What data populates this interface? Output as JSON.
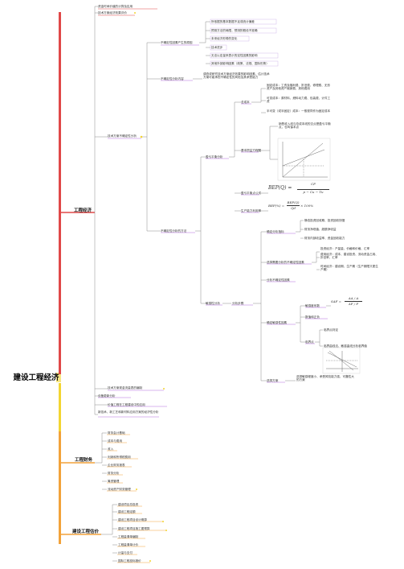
{
  "root": "建设工程经济",
  "branches": {
    "b1": {
      "label": "工程经济",
      "c1": "资金时间价值的计算及应用",
      "c2": "技术方案经济效果评价",
      "c3": {
        "label": "技术方案不确定性分析",
        "g1": {
          "label": "不确定性因素产生的原因",
          "items": [
            "所依据的基本数据不足或统计偏差",
            "预测方法的局限，预测的假设不准确",
            "未来经济形势的变化",
            "技术进步",
            "无法以定量来表示的定性因素的影响",
            "其他外部影响因素（政策、法规、国际形势）"
          ]
        },
        "g2": {
          "label": "不确定性分析内容",
          "text": "调查或研究技术方案经济效果的影响因素，估计技术方案可能承担不确定性的风险及其承受能力"
        },
        "g3": {
          "label": "不确定性分析的方法",
          "p1": {
            "label": "盈亏平衡分析",
            "total_cost": {
              "label": "总成本",
              "items": [
                "固定成本：工资及福利费、折旧费、修理费、无形资产及其他资产摊销费、其他费用",
                "可变成本：原材料、燃料动力费、包装费、计件工资",
                "半可变（或半固定）成本：一般视同作为固定成本"
              ]
            },
            "model": {
              "label": "基本损益方程图",
              "text": "销售收入线与总成本线的交点是盈亏平衡点，也叫保本点"
            },
            "bep": {
              "label": "盈亏平衡点公式",
              "formula_lhs": "BEP(Q) =",
              "formula_num": "CF",
              "formula_den": "p − Cu − Tu"
            },
            "capacity": {
              "label": "生产能力利用率",
              "formula_lhs": "BEP(%) =",
              "formula_num": "BEP(Q)",
              "formula_den": "Qd",
              "formula_tail": "× 100%"
            }
          },
          "p2": {
            "label": "敏感性分析",
            "steps_label": "分析步骤",
            "s1": {
              "label": "确定分析指标",
              "items": [
                "静态投资回收期、投资回收快慢",
                "财务净现值、超额净收益",
                "财务内部收益率、资金回收能力"
              ]
            },
            "s2": {
              "label": "选择需要分析的不确定性因素",
              "items": [
                "投资经济：产量量、价格和价格、汇率",
                "费用经济：成本、建设投资、流动资金占用、折旧率、汇率",
                "时间经济：建设期、生产期（生产期限又更生产期）"
              ]
            },
            "s3": {
              "label": "分析不确定性因素"
            },
            "s4": {
              "label": "确定敏感性因素",
              "sens": {
                "label": "敏感度系数",
                "f_lhs": "SAF =",
                "f_num": "ΔA / A",
                "f_den": "ΔF / F"
              },
              "sign": "数值和正负",
              "crit": {
                "label": "临界点",
                "items": [
                  "临界点判定",
                  "临界曲线法、敏感曲线分析临界值"
                ]
              }
            },
            "s5": {
              "label": "选择方案",
              "text": "选择敏感程度小、承受风险能力强、可靠性大的方案"
            }
          }
        }
      },
      "c4": "技术方案现金流量表的编制",
      "c5": "设备更新分析",
      "c6": "新技术、新工艺和新材料应用方案的经济性分析",
      "c7": "价值工程在工程建设中的应用"
    },
    "b2": {
      "label": "工程财务",
      "items": [
        "财务会计基础",
        "成本与费用",
        "收入",
        "利润和所得税费用",
        "企业财务报表",
        "财务分析",
        "筹资管理",
        "流动资产财务管理"
      ]
    },
    "b3": {
      "label": "建设工程估价",
      "items": [
        "建设项目总投资",
        "建设工程定额",
        "建设工程项目设计概算",
        "建设工程项目施工图预算",
        "工程量清单编制",
        "工程量清单计价",
        "计量与支付",
        "国际工程投标报价"
      ]
    }
  },
  "colors": {
    "red": "#e04848",
    "orange": "#f2a23a",
    "yellow": "#f3d532",
    "purple": "#8e6ed6",
    "line": "#8a8a8a",
    "highlight": "#e5d4f3"
  }
}
